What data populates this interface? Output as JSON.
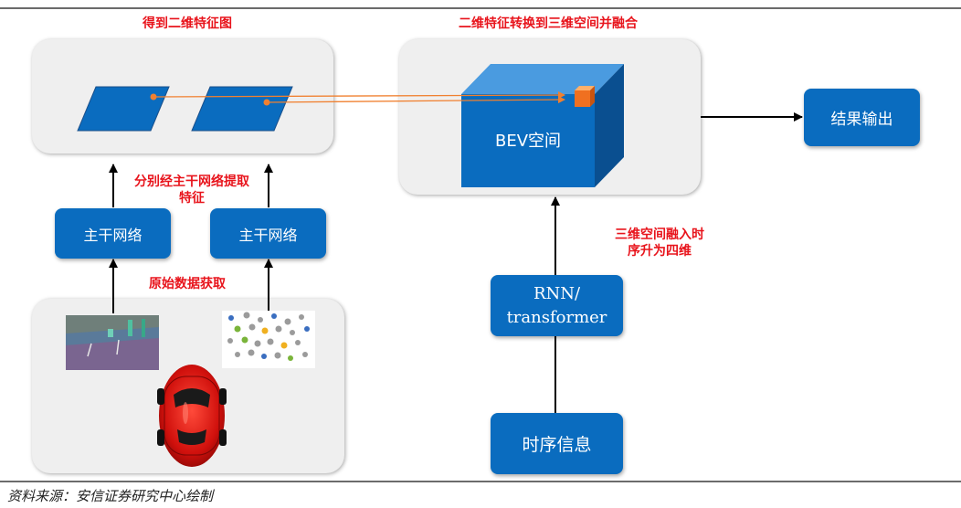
{
  "stages": {
    "get_2d_feature_map": "得到二维特征图",
    "fuse_3d": "二维特征转换到三维空间并融合",
    "extract_features": [
      "分别经主干网络提取",
      "特征"
    ],
    "raw_data": "原始数据获取",
    "temporal_4d": [
      "三维空间融入时",
      "序升为四维"
    ]
  },
  "boxes": {
    "backbone_left": "主干网络",
    "backbone_right": "主干网络",
    "bev_space": "BEV空间",
    "result_output": "结果输出",
    "rnn_line1": "RNN/",
    "rnn_line2": "transformer",
    "temporal_info": "时序信息"
  },
  "footer": {
    "source": "资料来源：安信证券研究中心绘制"
  },
  "colors": {
    "box_blue": "#0a6cbf",
    "label_red": "#e8141c",
    "arrow_orange": "#f08030",
    "panel_gray": "#efefef"
  }
}
